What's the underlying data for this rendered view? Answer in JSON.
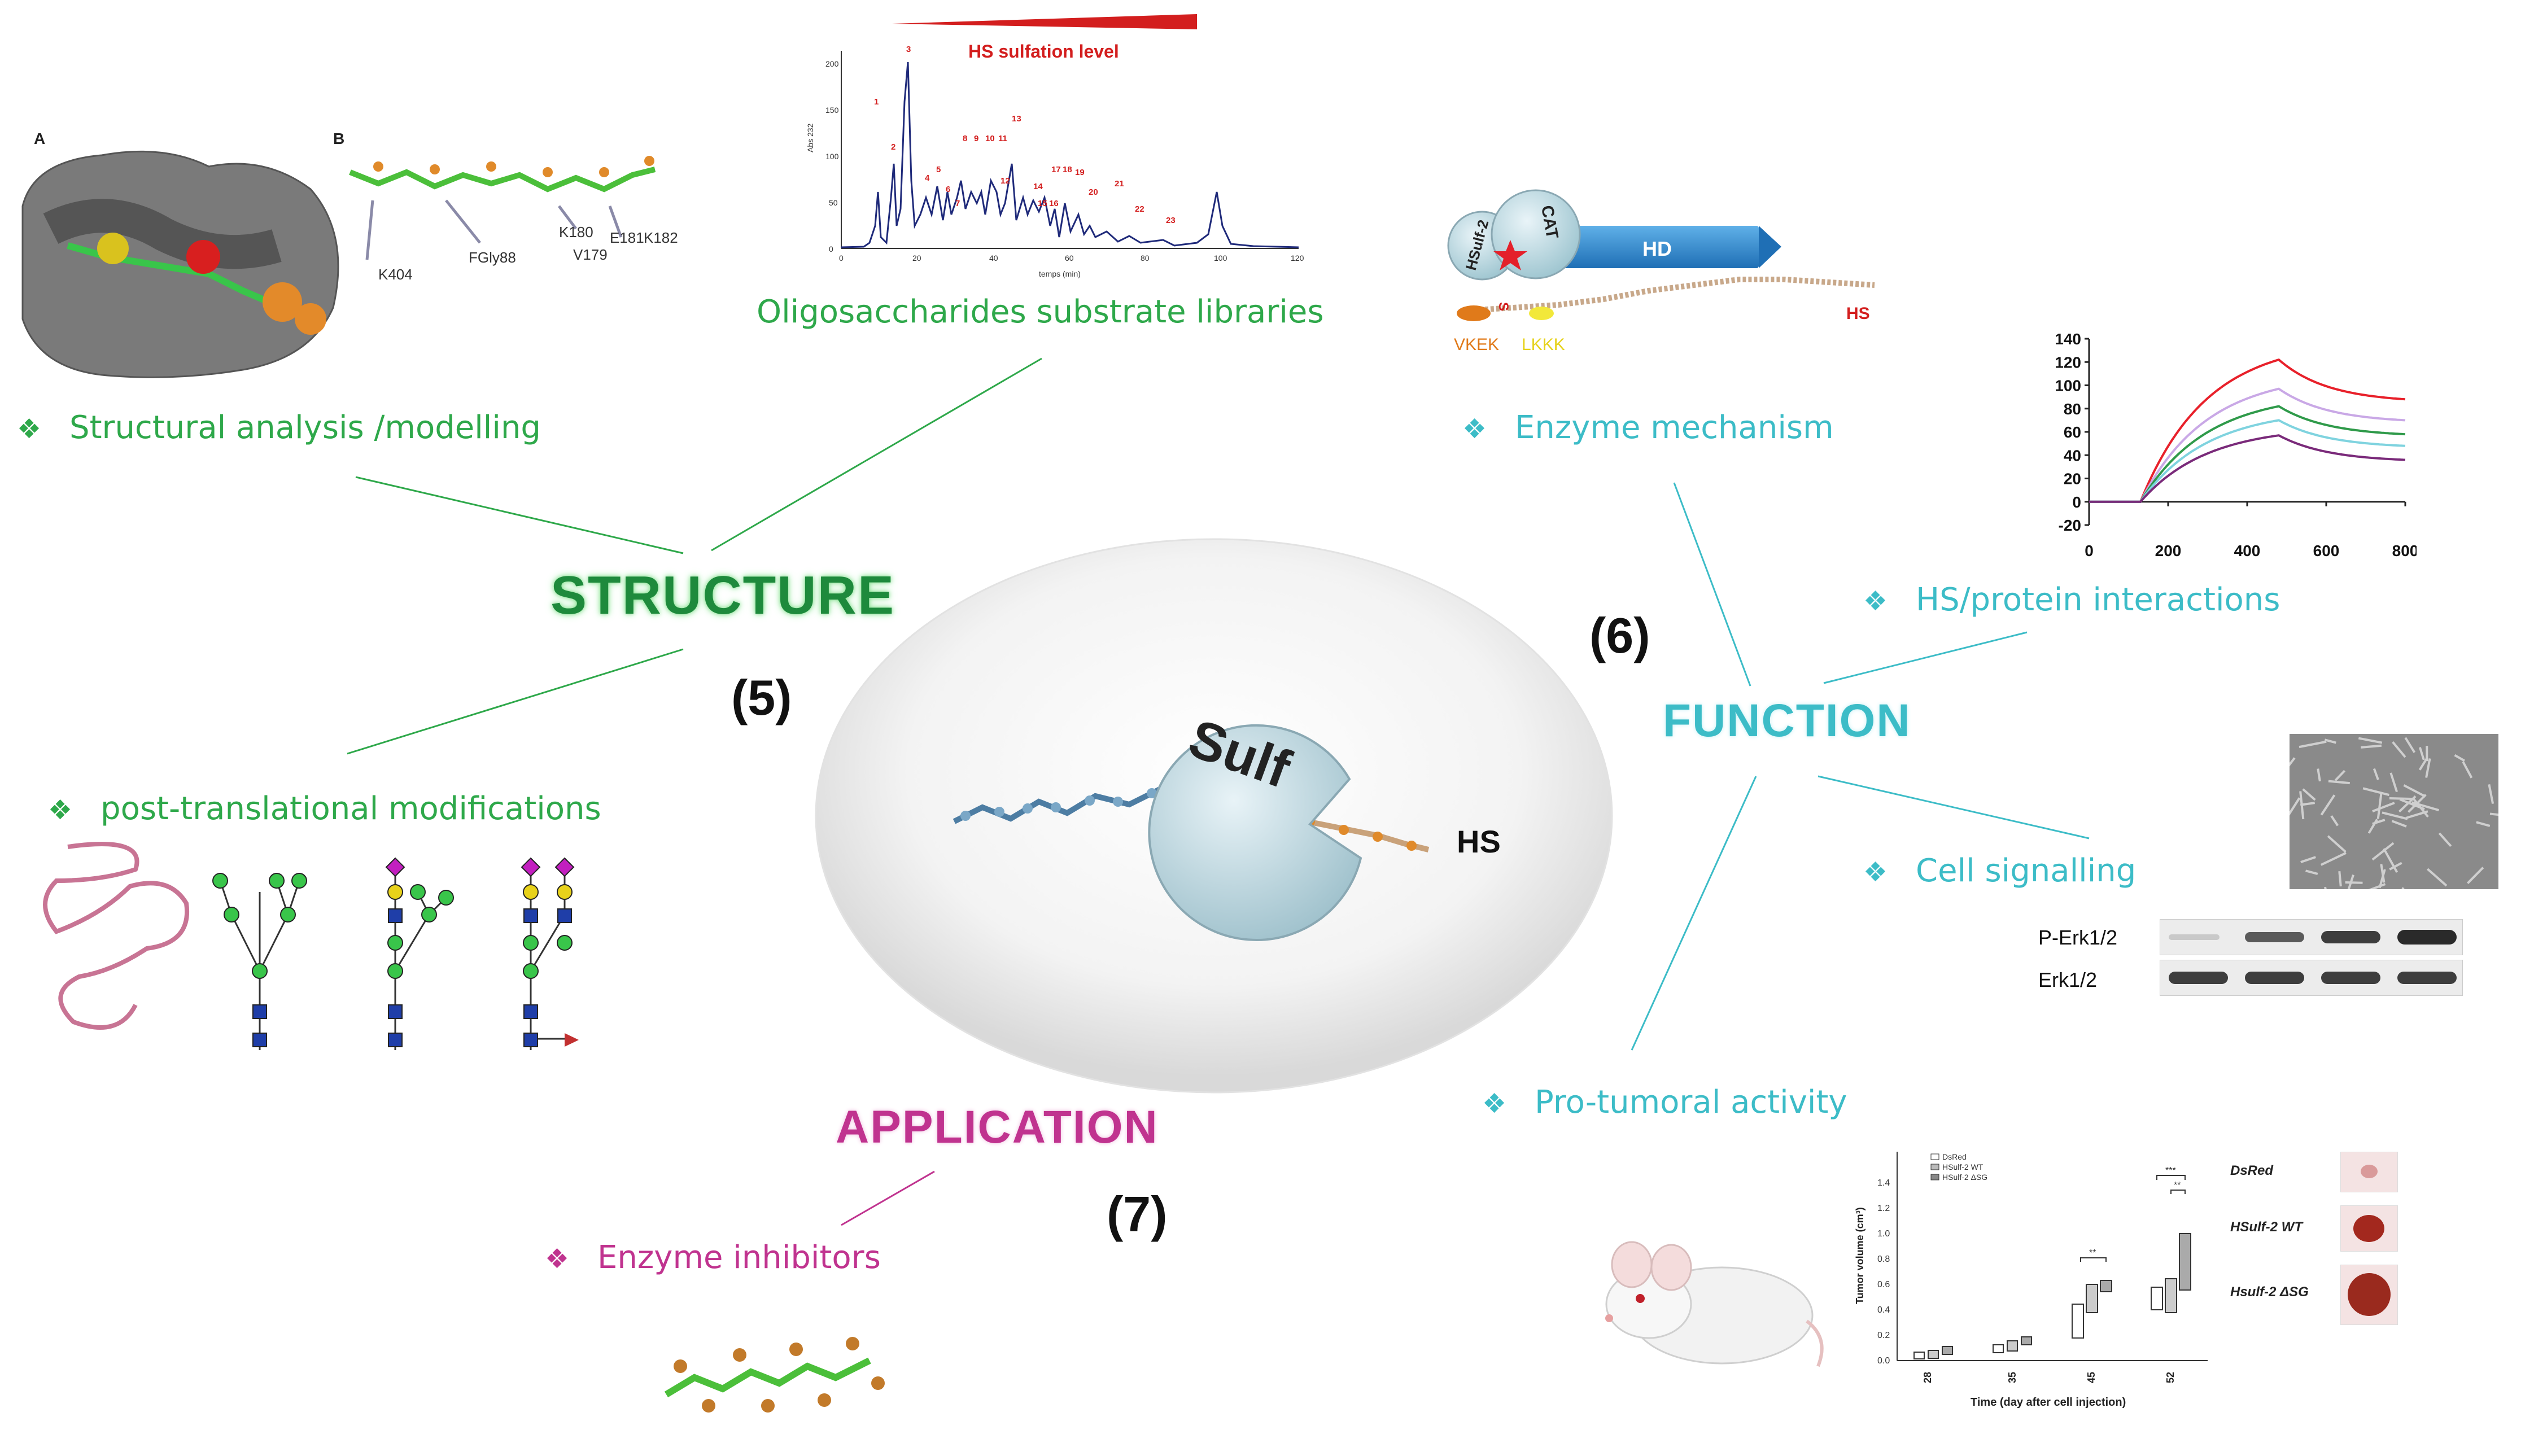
{
  "sections": {
    "structure": {
      "title": "STRUCTURE",
      "number": "(5)",
      "items": [
        "Structural analysis /modelling",
        "Oligosaccharides substrate libraries",
        "post-translational modifications"
      ],
      "color": "#1e8a3c"
    },
    "function": {
      "title": "FUNCTION",
      "number": "(6)",
      "items": [
        "Enzyme mechanism",
        "HS/protein interactions",
        "Cell signalling",
        "Pro-tumoral activity"
      ],
      "color": "#3cbcc7"
    },
    "application": {
      "title": "APPLICATION",
      "number": "(7)",
      "items": [
        "Enzyme inhibitors"
      ],
      "color": "#c0338f"
    }
  },
  "center": {
    "enzyme_label": "Sulf",
    "substrate_label": "HS"
  },
  "structural_panel": {
    "panel_labels": [
      "A",
      "B"
    ],
    "residues": [
      "K404",
      "FGly88",
      "K180",
      "E181",
      "V179",
      "K182"
    ]
  },
  "chromatogram": {
    "title": "HS sulfation level",
    "ylabel": "Abs 232",
    "xlabel": "temps (min)",
    "yticks": [
      "0",
      "50",
      "100",
      "150",
      "200"
    ],
    "xticks": [
      "0",
      "20",
      "40",
      "60",
      "80",
      "100",
      "120"
    ],
    "peak_labels": [
      "1",
      "2",
      "3",
      "4",
      "5",
      "6",
      "7",
      "8",
      "9",
      "10",
      "11",
      "12",
      "13",
      "14",
      "15",
      "16",
      "17",
      "18",
      "19",
      "20",
      "21",
      "22",
      "23"
    ]
  },
  "mechanism": {
    "labels": {
      "enzyme": "HSulf-2",
      "cat": "CAT",
      "hd": "HD",
      "hs": "HS",
      "motif1": "VKEK",
      "motif2": "LKKK",
      "s": "S"
    }
  },
  "spr_chart": {
    "yticks": [
      "140",
      "120",
      "100",
      "80",
      "60",
      "40",
      "20",
      "0",
      "-20"
    ],
    "xticks": [
      "0",
      "200",
      "400",
      "600",
      "800"
    ]
  },
  "western_blot": {
    "rows": [
      "P-Erk1/2",
      "Erk1/2"
    ]
  },
  "tumor_chart": {
    "ylabel": "Tumor volume (cm³)",
    "xlabel": "Time (day after cell injection)",
    "yticks": [
      "0.0",
      "0.2",
      "0.4",
      "0.6",
      "0.8",
      "1.0",
      "1.2",
      "1.4"
    ],
    "xticks": [
      "28",
      "35",
      "45",
      "52"
    ],
    "legend": [
      "DsRed",
      "HSulf-2 WT",
      "HSulf-2 ΔSG"
    ],
    "significance": [
      "**",
      "***",
      "**"
    ]
  },
  "tumor_photos": [
    "DsRed",
    "HSulf-2 WT",
    "Hsulf-2 ΔSG"
  ],
  "chart_data": {
    "type": "line",
    "x": [
      0,
      130,
      480,
      800
    ],
    "series": [
      {
        "values": [
          0,
          0,
          122,
          88
        ],
        "color": "#e8202a"
      },
      {
        "values": [
          0,
          0,
          97,
          70
        ],
        "color": "#c9a8e6"
      },
      {
        "values": [
          0,
          0,
          82,
          58
        ],
        "color": "#2f9a4a"
      },
      {
        "values": [
          0,
          0,
          70,
          48
        ],
        "color": "#7fd3df"
      },
      {
        "values": [
          0,
          0,
          57,
          36
        ],
        "color": "#7a2a7a"
      }
    ],
    "xlim": [
      0,
      800
    ],
    "ylim": [
      -20,
      140
    ],
    "xticks": [
      0,
      200,
      400,
      600,
      800
    ],
    "yticks": [
      -20,
      0,
      20,
      40,
      60,
      80,
      100,
      120,
      140
    ]
  }
}
